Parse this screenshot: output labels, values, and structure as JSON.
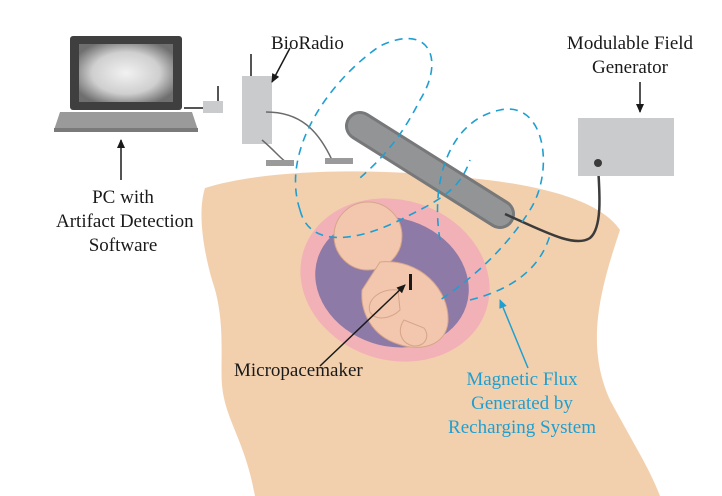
{
  "labels": {
    "pc": [
      "PC with",
      "Artifact Detection",
      "Software"
    ],
    "bioradio": "BioRadio",
    "field_generator": [
      "Modulable Field",
      "Generator"
    ],
    "micropacemaker": "Micropacemaker",
    "magnetic_flux": [
      "Magnetic Flux",
      "Generated by",
      "Recharging System"
    ]
  },
  "colors": {
    "skin": "#f3d0ad",
    "uterus": "#f2b1b6",
    "amniotic": "#8e7aa6",
    "fetus": "#f2c7ad",
    "device_gray": "#c9cbcd",
    "wand_gray": "#8f9092",
    "flux_blue": "#1f9fd1",
    "text": "#1a1a1a"
  },
  "icons": [
    "laptop-icon",
    "usb-dongle-icon",
    "bioradio-device-icon",
    "recharging-wand-icon",
    "field-generator-box-icon",
    "fetus-figure",
    "micropacemaker-implant-icon"
  ]
}
